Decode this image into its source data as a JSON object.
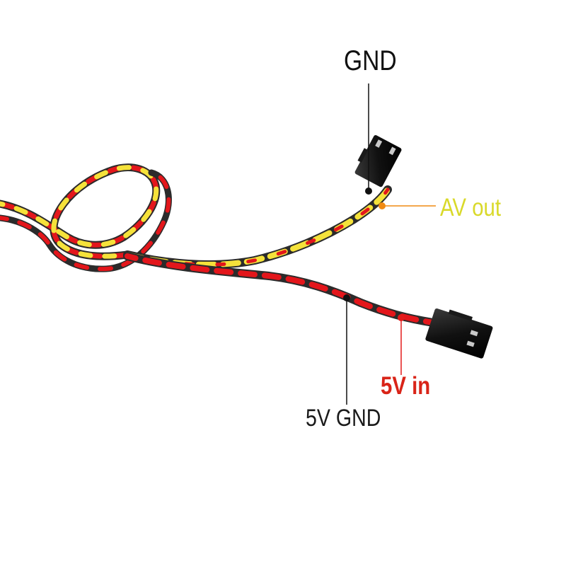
{
  "labels": {
    "gnd": "GND",
    "av_out": "AV out",
    "v5_in": "5V in",
    "v5_gnd": "5V GND"
  },
  "colors": {
    "background": "#ffffff",
    "wire_black": "#2b2b2b",
    "wire_red": "#e3161b",
    "wire_yellow": "#f5e23a",
    "connector_body": "#111111",
    "connector_pin": "#c9c9c9",
    "label_gnd": "#111111",
    "label_av_out": "#d9d92a",
    "label_5v_in": "#d92418",
    "label_5v_gnd": "#1a1a1a",
    "marker_av_out": "#f08a12",
    "marker_5v_in": "#e31b1b",
    "marker_gnd": "#111111"
  }
}
